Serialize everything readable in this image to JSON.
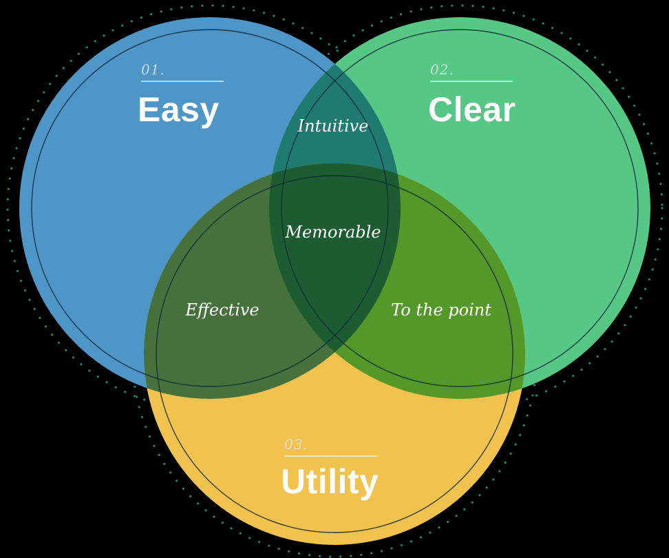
{
  "diagram": {
    "type": "venn",
    "background": "#000000",
    "sets": [
      {
        "id": "easy",
        "number": "01.",
        "label": "Easy",
        "color": "#4E96C8"
      },
      {
        "id": "clear",
        "number": "02.",
        "label": "Clear",
        "color": "#57C785"
      },
      {
        "id": "utility",
        "number": "03.",
        "label": "Utility",
        "color": "#F2C24E"
      }
    ],
    "intersections": {
      "easy_clear": {
        "label": "Intuitive",
        "color": "#1F7A70"
      },
      "easy_utility": {
        "label": "Effective",
        "color": "#47713C"
      },
      "clear_utility": {
        "label": "To the point",
        "color": "#539829"
      },
      "center": {
        "label": "Memorable",
        "color": "#1D5C31"
      }
    },
    "decor": {
      "dot_color": "#1E9488",
      "inner_ring_color": "#0D2838",
      "underline_color": "#FFFFFF",
      "number_color": "#DFE5DF",
      "label_color": "#FFFFFF"
    }
  }
}
